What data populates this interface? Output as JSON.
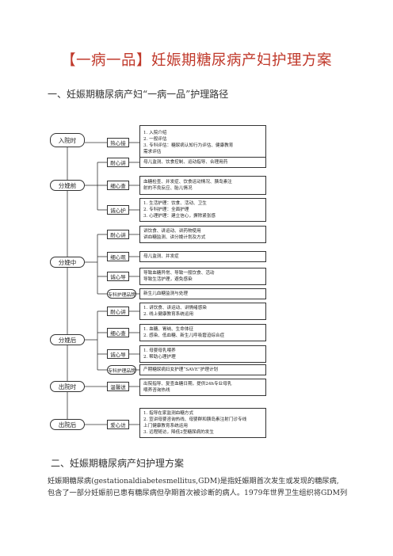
{
  "title": "【一病一品】妊娠期糖尿病产妇护理方案",
  "section1": "一、妊娠期糖尿病产妇“一病一品”护理路径",
  "section2": "二、妊娠期糖尿病产妇护理方案",
  "paragraph": [
    "妊娠期糖尿病(gestationaldiabetesmellitus,GDM)是指妊娠期首次发生或发现的糖尿病,",
    "包含了一部分妊娠前已患有糖尿病但孕期首次被诊断的病人。1979年世界卫生组织将GDM列"
  ],
  "flow": {
    "stages": [
      "入院时",
      "分娩前",
      "分娩中",
      "分娩后",
      "出院时",
      "出院后"
    ],
    "subs": [
      "热心接",
      "耐心讲",
      "细心查",
      "诚心护",
      "耐心讲",
      "细心观",
      "诚心导",
      "专科护理品牌",
      "耐心讲",
      "细心查",
      "诚心导",
      "专科护理品牌",
      "温馨送",
      "爱心访"
    ],
    "contents": [
      [
        "1. 入院介绍",
        "2. 一般评估",
        "3. 专科评估：糖尿病认知行为评估、健康教育",
        "需求评估"
      ],
      [
        "母儿监测、饮食控制、运动指导、合理用药"
      ],
      [
        "血糖检查、并发症、饮食运动情况、胰岛素注",
        "射的不良反应、胎儿情况"
      ],
      [
        "1. 生活护理：饮食、活动、卫生",
        "2. 专科护理：全面护理",
        "3. 心理护理：建立信心，摒除紧张感"
      ],
      [
        "讲饮食、讲运动、讲药物使用",
        "讲血糖监测、讲分娩计划及方式"
      ],
      [
        "母儿监测、并发症"
      ],
      [
        "导致血糖异常、导致一般饮食、活动",
        "导致生活护理，避免感染"
      ],
      [
        "新生儿血糖监测与处理"
      ],
      [
        "1. 讲饮食、讲运动、讲情绪感染",
        "2. 线上健康教育系统运用"
      ],
      [
        "1. 血糖、胃纳、生命体征",
        "2. 感染、低血糖、新生儿呼吸窘迫综合症"
      ],
      [
        "1. 母婴母乳喂养",
        "2. 帮助心理护理"
      ],
      [
        "产期糖尿病妇女护理“SAVE”护理计划"
      ],
      [
        "出院指导、复查血糖日期，提供24h专业母乳",
        "喂养咨询热线"
      ],
      [
        "1. 指导在家监测血糖方式",
        "2. 宣讲母婴咨询热线、母婴群和胰岛素注射门诊专线",
        "上门健康教育系统运用",
        "3. 远程随访，降低2型糖尿病的发生"
      ]
    ]
  }
}
